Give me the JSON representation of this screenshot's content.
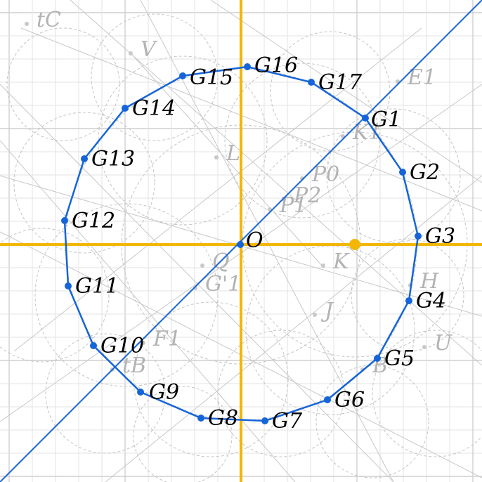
{
  "colors": {
    "background": "#ffffff",
    "grid": "#d9d9d9",
    "axes": "#f2b705",
    "polygon": "#1565d8",
    "construction": "#bdbdbd",
    "label_main": "#000000",
    "label_faint": "#b3b3b3"
  },
  "origin_label": "O",
  "polygon_vertices": [
    {
      "label": "G1"
    },
    {
      "label": "G2"
    },
    {
      "label": "G3"
    },
    {
      "label": "G4"
    },
    {
      "label": "G5"
    },
    {
      "label": "G6"
    },
    {
      "label": "G7"
    },
    {
      "label": "G8"
    },
    {
      "label": "G9"
    },
    {
      "label": "G10"
    },
    {
      "label": "G11"
    },
    {
      "label": "G12"
    },
    {
      "label": "G13"
    },
    {
      "label": "G14"
    },
    {
      "label": "G15"
    },
    {
      "label": "G16"
    },
    {
      "label": "G17"
    }
  ],
  "faint_labels": [
    "tC",
    "V",
    "E1",
    "K1",
    "L",
    "P0",
    "P2",
    "P1",
    "Q",
    "G'1",
    "K",
    "J",
    "H",
    "U",
    "F1",
    "tB",
    "B"
  ]
}
